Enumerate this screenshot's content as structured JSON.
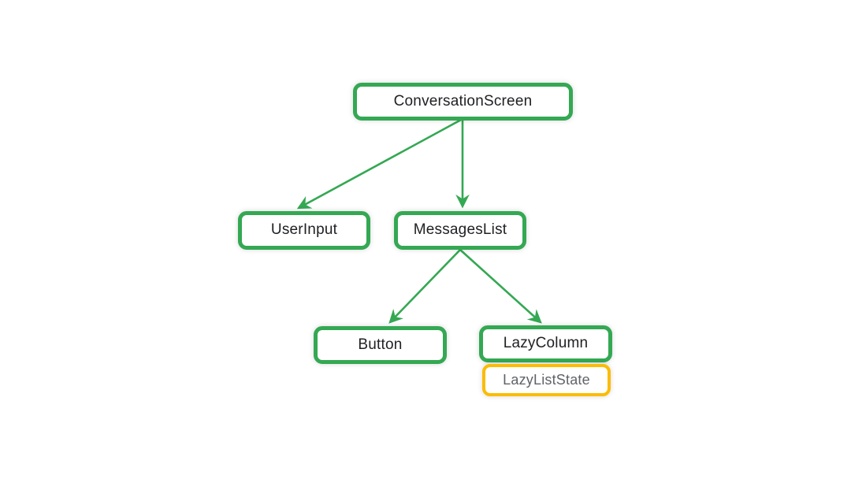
{
  "page": {
    "background": "#ffffff",
    "description": "Component tree diagram"
  },
  "colors": {
    "green": "#34A853",
    "yellow": "#FBBC04",
    "text_dark": "#202124",
    "text_muted": "#5F6368",
    "node_bg": "#ffffff"
  },
  "diagram": {
    "nodes": [
      {
        "id": "conversation-screen",
        "label": "ConversationScreen",
        "border_color": "#34A853",
        "text_color": "#202124"
      },
      {
        "id": "user-input",
        "label": "UserInput",
        "border_color": "#34A853",
        "text_color": "#202124"
      },
      {
        "id": "messages-list",
        "label": "MessagesList",
        "border_color": "#34A853",
        "text_color": "#202124"
      },
      {
        "id": "button",
        "label": "Button",
        "border_color": "#34A853",
        "text_color": "#202124"
      },
      {
        "id": "lazy-column",
        "label": "LazyColumn",
        "border_color": "#34A853",
        "text_color": "#202124"
      },
      {
        "id": "lazy-list-state",
        "label": "LazyListState",
        "border_color": "#FBBC04",
        "text_color": "#5F6368"
      }
    ],
    "edges": [
      {
        "from": "conversation-screen",
        "to": "user-input"
      },
      {
        "from": "conversation-screen",
        "to": "messages-list"
      },
      {
        "from": "messages-list",
        "to": "button"
      },
      {
        "from": "messages-list",
        "to": "lazy-column"
      }
    ]
  }
}
